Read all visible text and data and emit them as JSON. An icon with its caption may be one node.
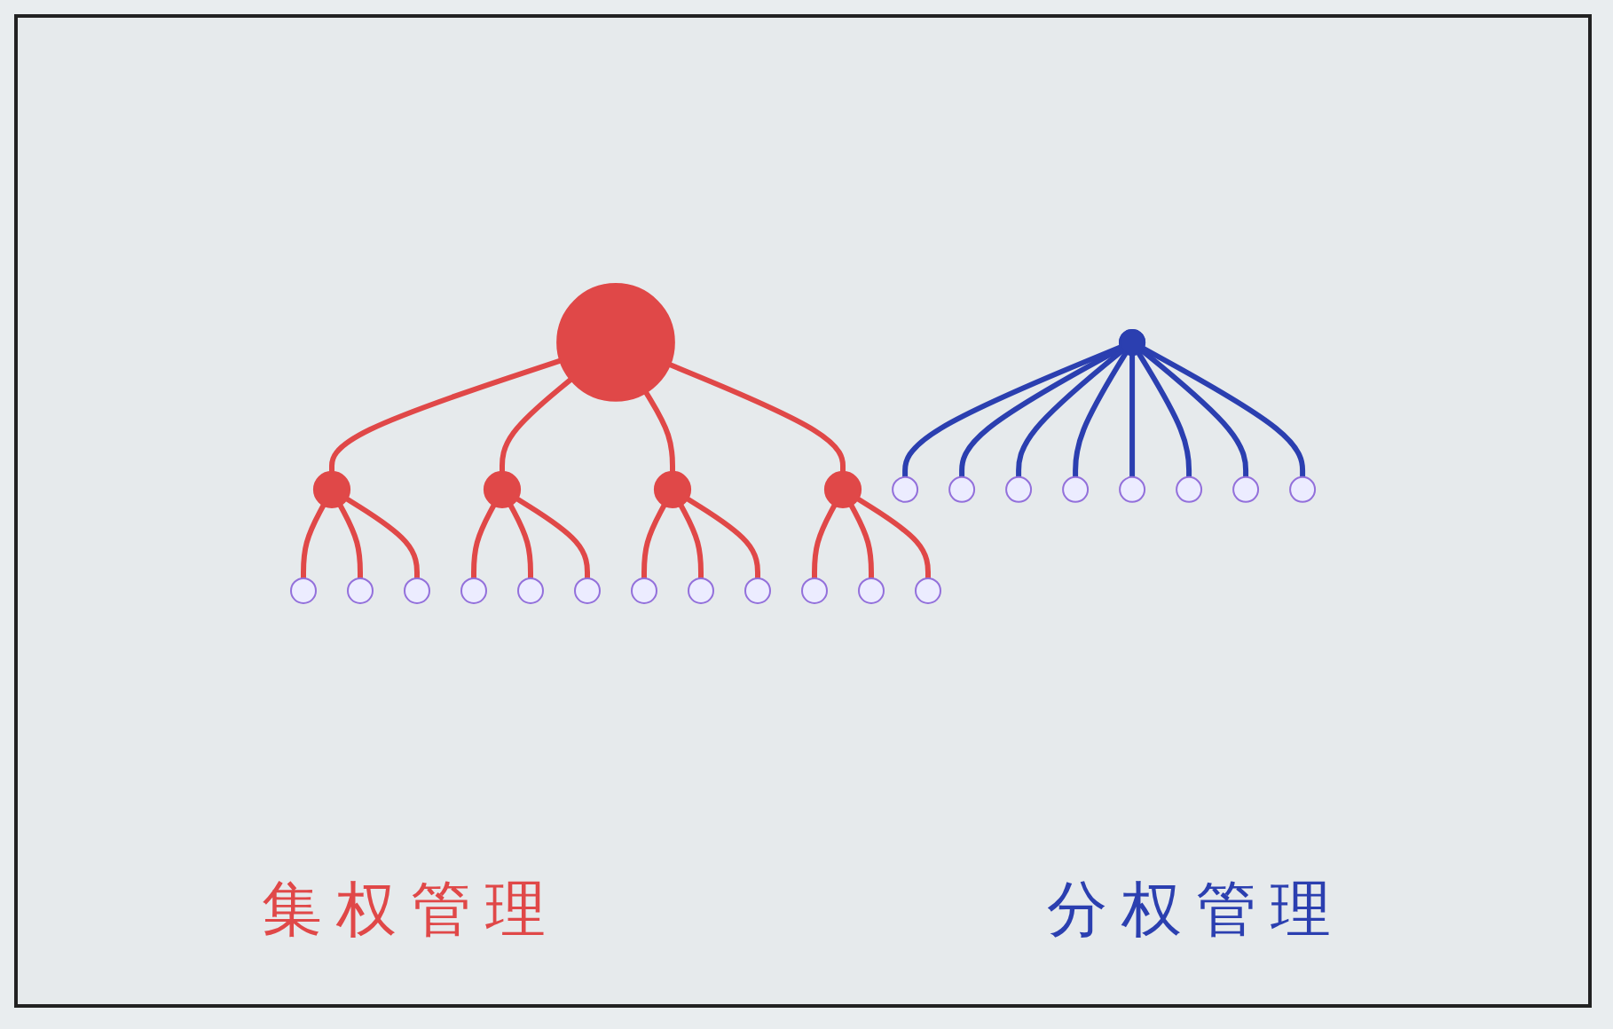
{
  "diagram": {
    "nodes": [
      {
        "text": [],
        "shape": "circle"
      },
      {
        "text": [],
        "shape": "circle"
      },
      {
        "text": [],
        "shape": "circle"
      },
      {
        "text": [],
        "shape": "circle"
      },
      {
        "text": [],
        "shape": "circle"
      },
      {
        "text": [],
        "shape": "circle"
      },
      {
        "text": [],
        "shape": "circle"
      },
      {
        "text": [],
        "shape": "circle"
      },
      {
        "text": [],
        "shape": "circle"
      },
      {
        "text": [],
        "shape": "circle"
      },
      {
        "text": [],
        "shape": "circle"
      },
      {
        "text": [],
        "shape": "circle"
      },
      {
        "text": [],
        "shape": "circle"
      },
      {
        "text": [],
        "shape": "circle"
      },
      {
        "text": [],
        "shape": "circle"
      },
      {
        "text": [],
        "shape": "circle"
      },
      {
        "text": [],
        "shape": "circle"
      },
      {
        "text": [],
        "shape": "circle"
      },
      {
        "text": [],
        "shape": "circle"
      },
      {
        "text": [],
        "shape": "circle"
      },
      {
        "text": [],
        "shape": "circle"
      },
      {
        "text": [],
        "shape": "point"
      },
      {
        "text": [],
        "shape": "circle"
      },
      {
        "text": [],
        "shape": "circle"
      },
      {
        "text": [],
        "shape": "circle"
      },
      {
        "text": [],
        "shape": "circle"
      }
    ],
    "edges": [
      {
        "from": 8,
        "to": 5,
        "arrow": "none"
      },
      {
        "from": 8,
        "to": 4,
        "arrow": "none"
      },
      {
        "from": 8,
        "to": 11,
        "arrow": "none"
      },
      {
        "from": 8,
        "to": 13,
        "arrow": "none"
      },
      {
        "from": 5,
        "to": 2,
        "arrow": "none"
      },
      {
        "from": 5,
        "to": 3,
        "arrow": "none"
      },
      {
        "from": 5,
        "to": 7,
        "arrow": "none"
      },
      {
        "from": 4,
        "to": 0,
        "arrow": "none"
      },
      {
        "from": 4,
        "to": 1,
        "arrow": "none"
      },
      {
        "from": 4,
        "to": 6,
        "arrow": "none"
      },
      {
        "from": 11,
        "to": 9,
        "arrow": "none"
      },
      {
        "from": 11,
        "to": 12,
        "arrow": "none"
      },
      {
        "from": 11,
        "to": 15,
        "arrow": "none"
      },
      {
        "from": 13,
        "to": 10,
        "arrow": "none"
      },
      {
        "from": 13,
        "to": 14,
        "arrow": "none"
      },
      {
        "from": 13,
        "to": 16,
        "arrow": "none"
      },
      {
        "from": 21,
        "to": 17,
        "arrow": "none",
        "color": "#2b3fb0"
      },
      {
        "from": 21,
        "to": 18,
        "arrow": "none",
        "color": "#2b3fb0"
      },
      {
        "from": 21,
        "to": 19,
        "arrow": "none",
        "color": "#2b3fb0"
      },
      {
        "from": 21,
        "to": 20,
        "arrow": "none",
        "color": "#2b3fb0"
      },
      {
        "from": 21,
        "to": 22,
        "arrow": "none",
        "color": "#2b3fb0"
      },
      {
        "from": 21,
        "to": 23,
        "arrow": "none",
        "color": "#2b3fb0"
      },
      {
        "from": 21,
        "to": 24,
        "arrow": "none",
        "color": "#2b3fb0"
      },
      {
        "from": 21,
        "to": 25,
        "arrow": "none",
        "color": "#2b3fb0"
      }
    ],
    "labels": [
      "集权管理",
      "分权管理"
    ]
  }
}
